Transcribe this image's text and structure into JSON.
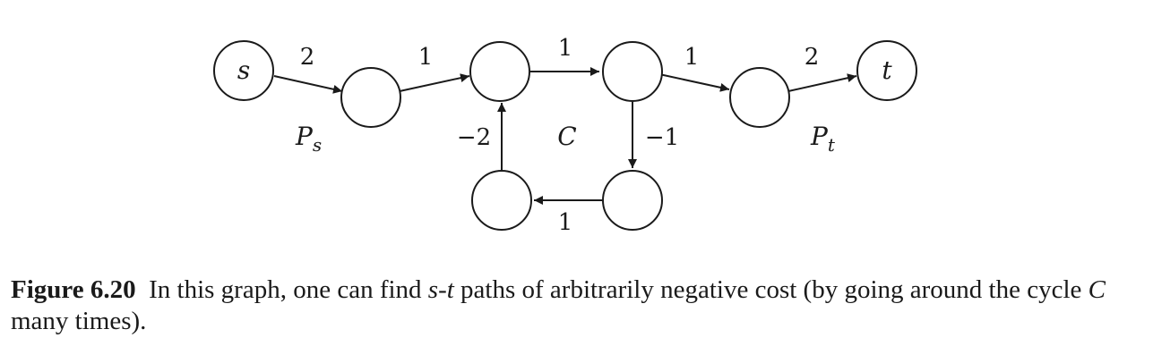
{
  "diagram": {
    "node_s": "s",
    "node_t": "t",
    "weight_s_a": "2",
    "weight_a_b": "1",
    "weight_b_c": "1",
    "weight_c_d": "1",
    "weight_d_t": "2",
    "weight_c_e": "−1",
    "weight_e_f": "1",
    "weight_f_b": "−2",
    "label_ps_main": "P",
    "label_ps_sub": "s",
    "label_cycle": "C",
    "label_pt_main": "P",
    "label_pt_sub": "t"
  },
  "caption": {
    "figure_label": "Figure 6.20",
    "text_1": "In this graph, one can find ",
    "text_st": "s-t",
    "text_2": " paths of arbitrarily negative cost (by going around the cycle ",
    "text_c": "C",
    "text_3": " many times)."
  }
}
